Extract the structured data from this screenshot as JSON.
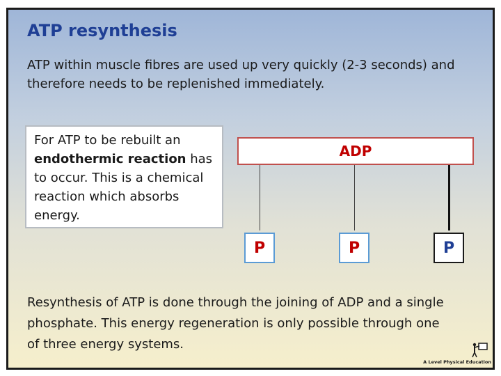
{
  "slide": {
    "title": "ATP resynthesis",
    "intro": "ATP within muscle fibres are used up very quickly (2-3 seconds) and therefore needs to be replenished immediately.",
    "note": {
      "before": "For ATP to be rebuilt an ",
      "bold": "endothermic reaction",
      "after": " has to occur. This is a chemical reaction which absorbs energy."
    },
    "diagram": {
      "adp_label": "ADP",
      "phosphates": [
        "P",
        "P",
        "P"
      ]
    },
    "summary": "Resynthesis of ATP is done through the joining of ADP and a single phosphate. This energy regeneration is only possible through one of three energy systems.",
    "logo_text": "A Level Physical Education"
  },
  "colors": {
    "title": "#1f3f95",
    "adp_text": "#c00000",
    "adp_border": "#c0504d",
    "phosphate_red": "#c00000",
    "phosphate_navy": "#1f3f95"
  }
}
